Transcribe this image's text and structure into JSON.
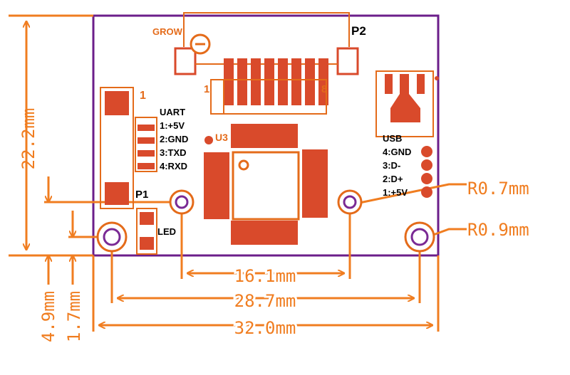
{
  "colors": {
    "dimension": "#f07d20",
    "outline": "#e46b1a",
    "pad": "#d94a2b",
    "board_edge": "#6b1e8a",
    "background": "#ffffff"
  },
  "dimensions": {
    "height": "22.2mm",
    "offset_a": "4.9mm",
    "offset_b": "1.7mm",
    "hole_spacing_inner": "16.1mm",
    "hole_spacing_outer": "28.7mm",
    "board_width": "32.0mm",
    "radius_small": "R0.7mm",
    "radius_large": "R0.9mm"
  },
  "labels": {
    "grow": "GROW",
    "p2": "P2",
    "pin1": "1",
    "pin8": "8",
    "p1_pin": "1",
    "p1": "P1",
    "u3": "U3",
    "led": "LED",
    "uart": {
      "title": "UART",
      "pins": [
        "1:+5V",
        "2:GND",
        "3:TXD",
        "4:RXD"
      ]
    },
    "usb": {
      "title": "USB",
      "pins": [
        "4:GND",
        "3:D-",
        "2:D+",
        "1:+5V"
      ]
    }
  }
}
